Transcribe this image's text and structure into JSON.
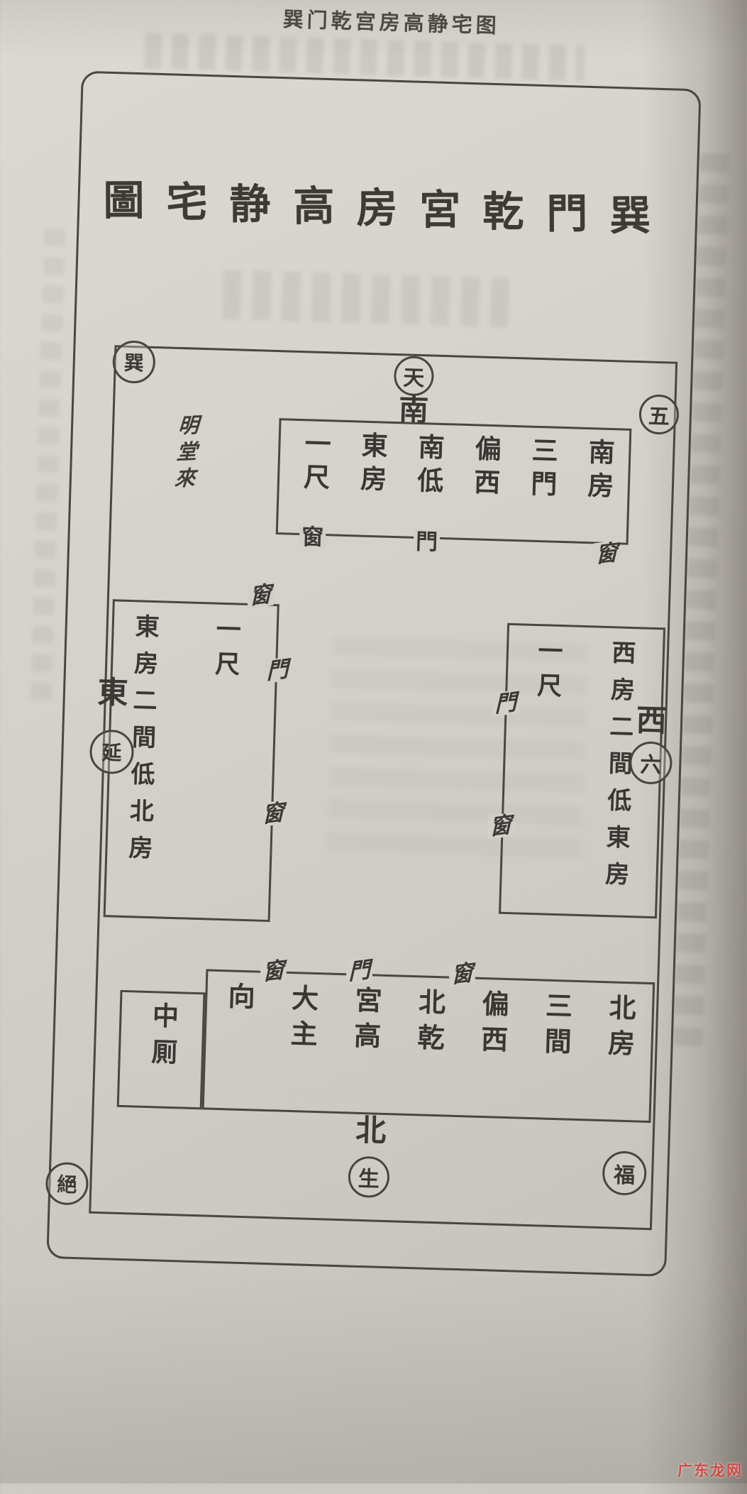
{
  "header": {
    "title": "巽门乾宫房高静宅图"
  },
  "watermark": {
    "text": "广东龙网",
    "color": "#cf4a43"
  },
  "diagram": {
    "ink_color": "#3b3935",
    "paper_color": "#d2cfc8",
    "calligraphy_title": {
      "displayed_rtl": "圖宅静高房宮乾門巽",
      "reading_ltr": "巽門乾宮房高静宅圖",
      "chars": [
        "圖",
        "宅",
        "静",
        "高",
        "房",
        "宮",
        "乾",
        "門",
        "巽"
      ]
    },
    "corner_circles": {
      "top_left": "巽",
      "top_right": "五",
      "bottom_left": "絕",
      "bottom_right": "福"
    },
    "directions": {
      "south": {
        "circled": "天",
        "label": "南"
      },
      "east": {
        "label": "東",
        "circled": "延"
      },
      "west": {
        "label": "西",
        "circled": "六"
      },
      "north": {
        "label": "北",
        "circled": "生"
      }
    },
    "gate_annotation": {
      "text": "明堂來",
      "style": "cursive"
    },
    "rooms": {
      "south_room": {
        "columns_ltr": [
          "一尺",
          "東房",
          "南低",
          "偏西",
          "三門",
          "南房"
        ],
        "reading_rtl": "南房三門偏西南低東房一尺",
        "bottom_wall_marks": [
          "窗",
          "門",
          "窗"
        ]
      },
      "east_room": {
        "column_main": "東房二間低北房",
        "column_measure": "一尺",
        "top_wall_mark": "窗",
        "inner_wall_marks": [
          "門",
          "窗"
        ]
      },
      "west_room": {
        "column_main": "西房二間低東房",
        "column_measure": "一尺",
        "inner_wall_marks": [
          "門",
          "窗"
        ]
      },
      "north_room": {
        "columns_ltr": [
          "向",
          "大主",
          "宮高",
          "北乾",
          "偏西",
          "三間",
          "北房"
        ],
        "reading_rtl": "北房三間偏西北乾宮高大主向",
        "top_wall_marks": [
          "窗",
          "門",
          "窗"
        ]
      },
      "annex": {
        "label": "中厠"
      }
    }
  }
}
